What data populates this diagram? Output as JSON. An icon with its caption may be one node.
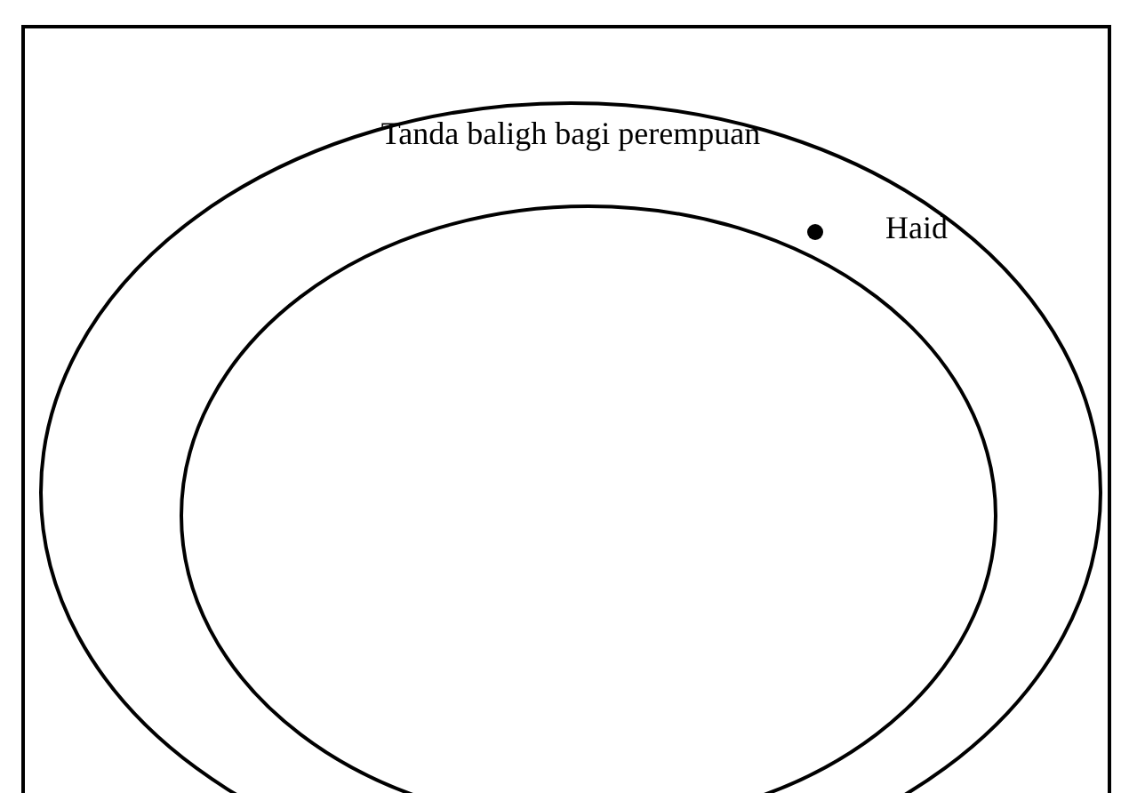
{
  "diagram": {
    "nodes": [
      {
        "text": [
          "Tanda baligh bagi perempuan"
        ]
      },
      {
        "text": [],
        "shape": "ellipse",
        "in": 0
      },
      {
        "text": [],
        "shape": "circle",
        "in": 0
      }
    ],
    "labels": [
      "Haid"
    ]
  }
}
